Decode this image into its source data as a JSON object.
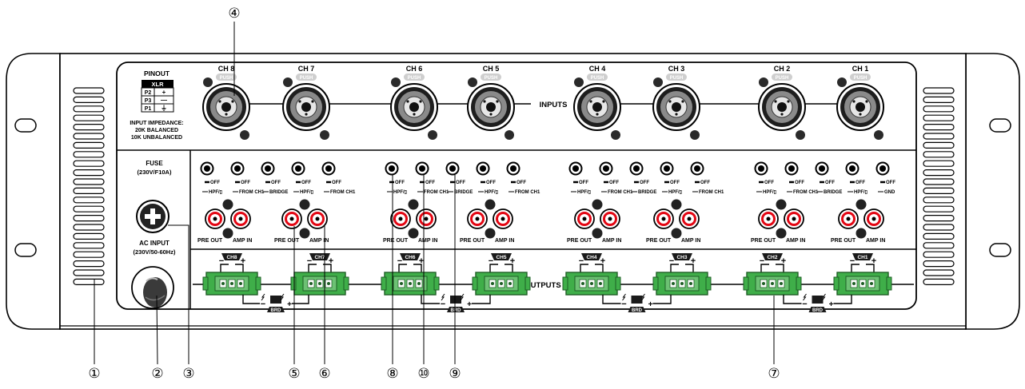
{
  "pinout": {
    "title": "PINOUT",
    "header": "XLR",
    "rows": [
      {
        "pin": "P2",
        "sign": "+"
      },
      {
        "pin": "P3",
        "sign": "—"
      },
      {
        "pin": "P1",
        "sign": "⏚"
      }
    ],
    "impedance": [
      "INPUT IMPEDANCE:",
      "20K BALANCED",
      "10K UNBALANCED"
    ]
  },
  "inputs_label": "INPUTS",
  "outputs_label": "OUTPUTS",
  "push_label": "PUSH",
  "input_channels": [
    "CH 8",
    "CH 7",
    "CH 6",
    "CH 5",
    "CH 4",
    "CH 3",
    "CH 2",
    "CH 1"
  ],
  "fuse": {
    "label": "FUSE",
    "rating": "(230V/F10A)"
  },
  "ac_input": {
    "label": "AC INPUT",
    "rating": "(230V/50-60Hz)"
  },
  "switch_groups": [
    {
      "items": [
        {
          "top": "OFF",
          "bottom": "HPF/▯"
        },
        {
          "top": "OFF",
          "bottom": "FROM CH1"
        },
        {
          "top": "OFF",
          "bottom": "BRIDGE"
        },
        {
          "top": "OFF",
          "bottom": "HPF/▯"
        },
        {
          "top": "OFF",
          "bottom": "FROM CH1"
        }
      ]
    },
    {
      "items": [
        {
          "top": "OFF",
          "bottom": "HPF/▯"
        },
        {
          "top": "OFF",
          "bottom": "FROM CH1"
        },
        {
          "top": "OFF",
          "bottom": "BRIDGE"
        },
        {
          "top": "OFF",
          "bottom": "HPF/▯"
        },
        {
          "top": "OFF",
          "bottom": "FROM CH1"
        }
      ]
    },
    {
      "items": [
        {
          "top": "OFF",
          "bottom": "HPF/▯"
        },
        {
          "top": "OFF",
          "bottom": "FROM CH1"
        },
        {
          "top": "OFF",
          "bottom": "BRIDGE"
        },
        {
          "top": "OFF",
          "bottom": "HPF/▯"
        },
        {
          "top": "OFF",
          "bottom": "FROM CH1"
        }
      ]
    },
    {
      "items": [
        {
          "top": "OFF",
          "bottom": "HPF/▯"
        },
        {
          "top": "OFF",
          "bottom": "FROM CH1"
        },
        {
          "top": "OFF",
          "bottom": "BRIDGE"
        },
        {
          "top": "OFF",
          "bottom": "HPF/▯"
        },
        {
          "top": "OFF",
          "bottom": "GND"
        }
      ]
    }
  ],
  "rca_labels": {
    "left": "PRE OUT",
    "right": "AMP IN"
  },
  "output_channels": [
    "CH8",
    "CH7",
    "CH6",
    "CH5",
    "CH4",
    "CH3",
    "CH2",
    "CH1"
  ],
  "bridge_label": "BRD",
  "callouts": [
    "①",
    "②",
    "③",
    "④",
    "⑤",
    "⑥",
    "⑦",
    "⑧",
    "⑩",
    "⑨"
  ],
  "colors": {
    "terminal_green": "#3fae49",
    "rca_red": "#e30613",
    "line": "#000000"
  }
}
